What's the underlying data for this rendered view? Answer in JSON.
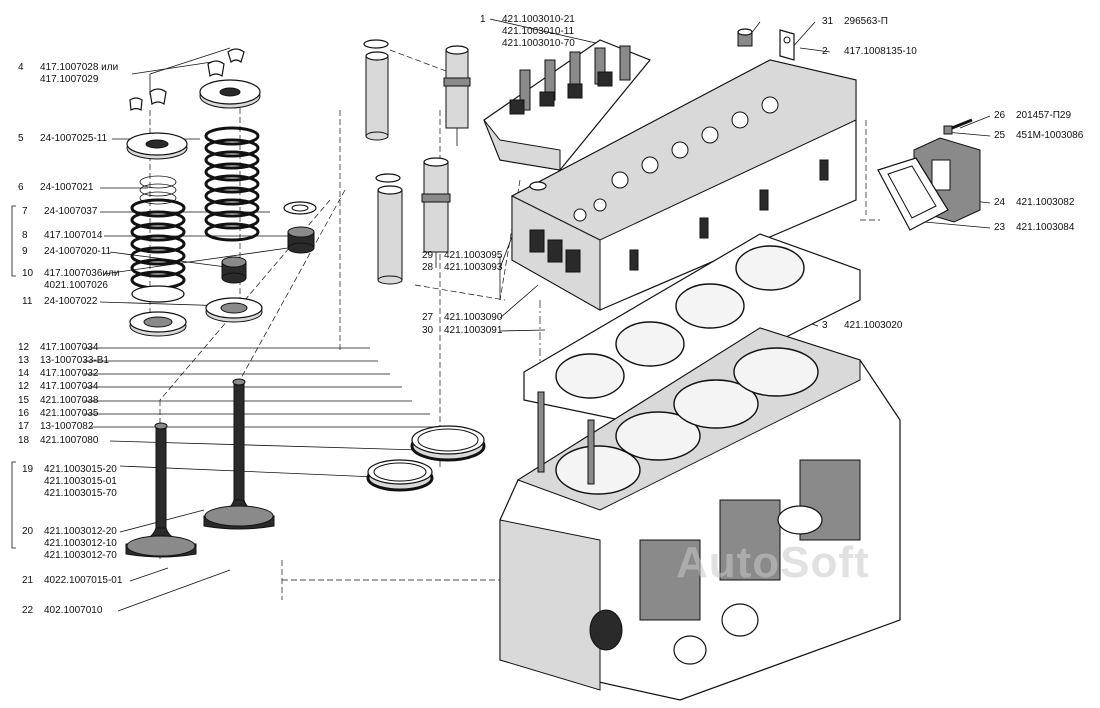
{
  "watermark": "AutoSoft",
  "callouts": [
    {
      "id": "c4",
      "num": "4",
      "codes": [
        "417.1007028 или",
        "417.1007029"
      ]
    },
    {
      "id": "c5",
      "num": "5",
      "codes": [
        "24-1007025-11"
      ]
    },
    {
      "id": "c6",
      "num": "6",
      "codes": [
        "24-1007021"
      ]
    },
    {
      "id": "c7",
      "num": "7",
      "codes": [
        "24-1007037"
      ]
    },
    {
      "id": "c8",
      "num": "8",
      "codes": [
        "417.1007014"
      ]
    },
    {
      "id": "c9",
      "num": "9",
      "codes": [
        "24-1007020-11"
      ]
    },
    {
      "id": "c10",
      "num": "10",
      "codes": [
        "417.1007036или",
        "4021.1007026"
      ]
    },
    {
      "id": "c11",
      "num": "11",
      "codes": [
        "24-1007022"
      ]
    },
    {
      "id": "c12a",
      "num": "12",
      "codes": [
        "417.1007034"
      ]
    },
    {
      "id": "c13",
      "num": "13",
      "codes": [
        "13-1007033-В1"
      ]
    },
    {
      "id": "c14",
      "num": "14",
      "codes": [
        "417.1007032"
      ]
    },
    {
      "id": "c12b",
      "num": "12",
      "codes": [
        "417.1007034"
      ]
    },
    {
      "id": "c15",
      "num": "15",
      "codes": [
        "421.1007038"
      ]
    },
    {
      "id": "c16",
      "num": "16",
      "codes": [
        "421.1007035"
      ]
    },
    {
      "id": "c17",
      "num": "17",
      "codes": [
        "13-1007082"
      ]
    },
    {
      "id": "c18",
      "num": "18",
      "codes": [
        "421.1007080"
      ]
    },
    {
      "id": "c19",
      "num": "19",
      "codes": [
        "421.1003015-20",
        "421.1003015-01",
        "421.1003015-70"
      ]
    },
    {
      "id": "c20",
      "num": "20",
      "codes": [
        "421.1003012-20",
        "421.1003012-10",
        "421.1003012-70"
      ]
    },
    {
      "id": "c21",
      "num": "21",
      "codes": [
        "4022.1007015-01"
      ]
    },
    {
      "id": "c22",
      "num": "22",
      "codes": [
        "402.1007010"
      ]
    },
    {
      "id": "c1",
      "num": "1",
      "codes": [
        "421.1003010-21",
        "421.1003010-11",
        "421.1003010-70"
      ]
    },
    {
      "id": "c31",
      "num": "31",
      "codes": [
        "296563-П"
      ]
    },
    {
      "id": "c2",
      "num": "2",
      "codes": [
        "417.1008135-10"
      ]
    },
    {
      "id": "c26",
      "num": "26",
      "codes": [
        "201457-П29"
      ]
    },
    {
      "id": "c25",
      "num": "25",
      "codes": [
        "451М-1003086"
      ]
    },
    {
      "id": "c24",
      "num": "24",
      "codes": [
        "421.1003082"
      ]
    },
    {
      "id": "c23",
      "num": "23",
      "codes": [
        "421.1003084"
      ]
    },
    {
      "id": "c3",
      "num": "3",
      "codes": [
        "421.1003020"
      ]
    },
    {
      "id": "c29",
      "num": "29",
      "codes": [
        "421.1003095"
      ]
    },
    {
      "id": "c28",
      "num": "28",
      "codes": [
        "421.1003093"
      ]
    },
    {
      "id": "c27",
      "num": "27",
      "codes": [
        "421.1003090"
      ]
    },
    {
      "id": "c30",
      "num": "30",
      "codes": [
        "421.1003091"
      ]
    }
  ]
}
